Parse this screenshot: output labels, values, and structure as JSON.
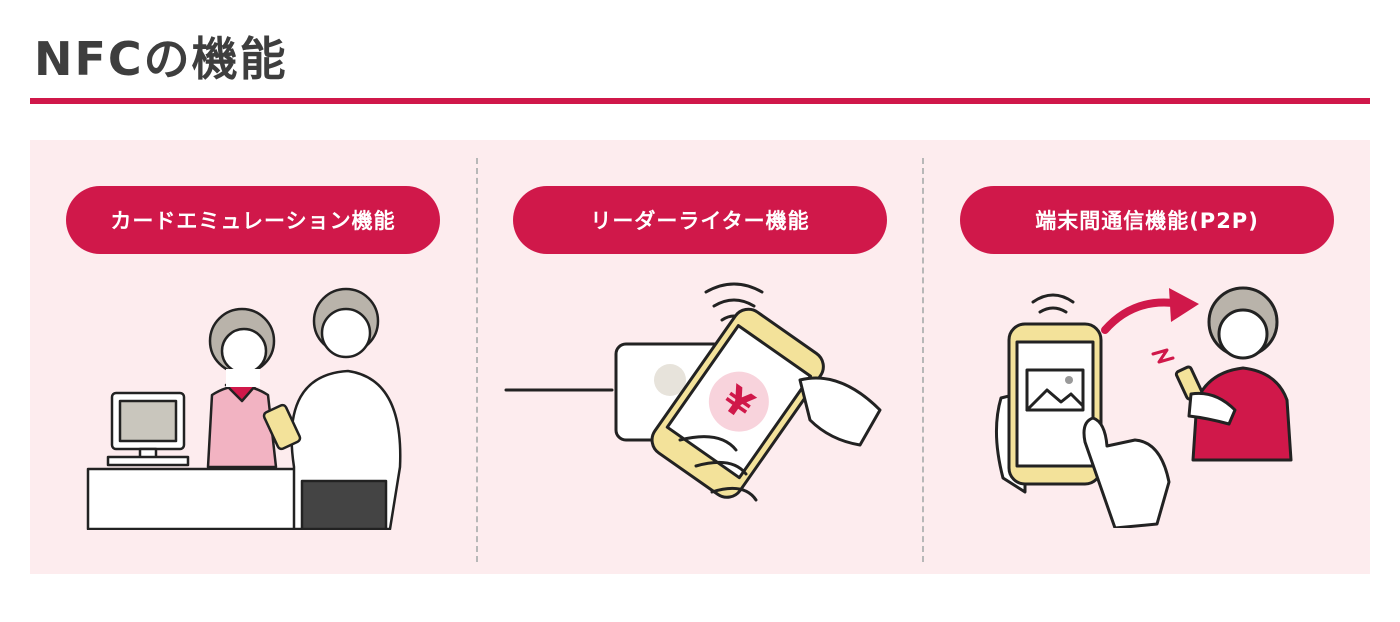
{
  "page": {
    "title": "NFCの機能"
  },
  "features": [
    {
      "label": "カードエミュレーション機能",
      "illustration": "shop-card-payment-icon"
    },
    {
      "label": "リーダーライター機能",
      "illustration": "phone-reader-payment-icon"
    },
    {
      "label": "端末間通信機能(P2P)",
      "illustration": "phone-to-phone-transfer-icon"
    }
  ],
  "colors": {
    "accent": "#d0184a",
    "panel_bg": "#fdecee",
    "title_text": "#3e3e3e",
    "phone_yellow": "#f3e29a"
  }
}
